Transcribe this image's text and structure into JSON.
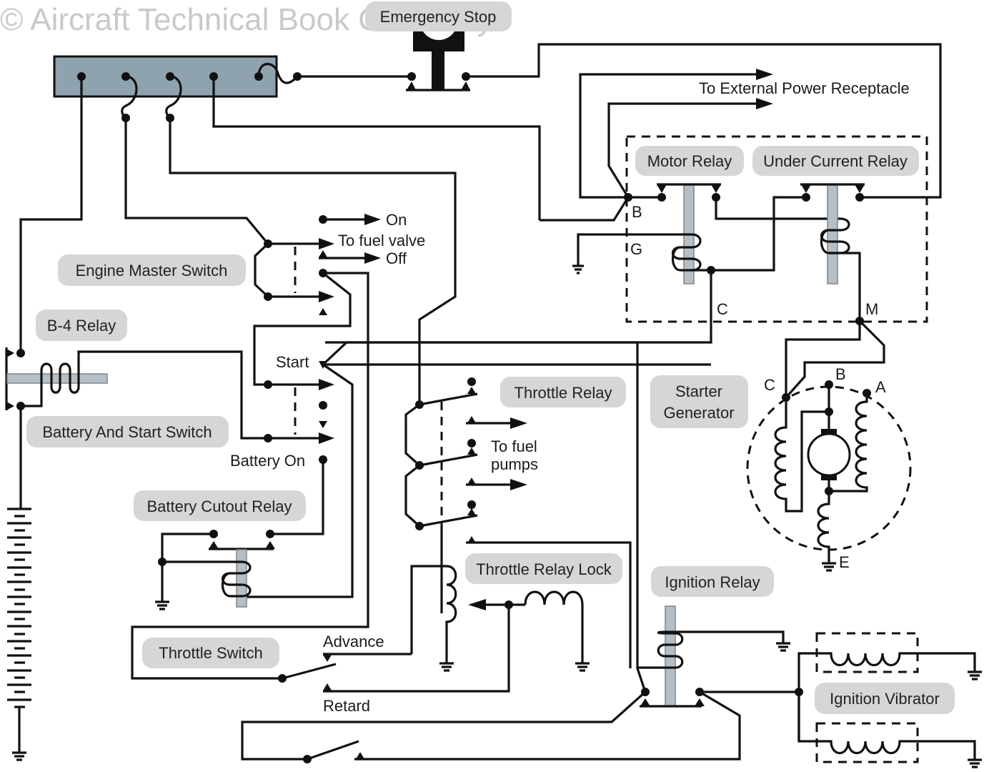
{
  "watermark": "© Aircraft Technical Book Company",
  "component_labels": {
    "emergency_stop": "Emergency Stop",
    "motor_relay": "Motor Relay",
    "under_current_relay": "Under Current Relay",
    "engine_master_switch": "Engine Master Switch",
    "b4_relay": "B-4 Relay",
    "battery_and_start_switch": "Battery And Start Switch",
    "battery_cutout_relay": "Battery Cutout Relay",
    "throttle_relay": "Throttle Relay",
    "throttle_relay_lock": "Throttle Relay Lock",
    "starter_generator": [
      "Starter",
      "Generator"
    ],
    "ignition_relay": "Ignition Relay",
    "ignition_vibrator": "Ignition Vibrator",
    "throttle_switch": "Throttle Switch"
  },
  "annotations": {
    "external_power": "To External Power Receptacle",
    "fuel_valve_on": "On",
    "fuel_valve": "To fuel valve",
    "fuel_valve_off": "Off",
    "start": "Start",
    "battery_on": "Battery On",
    "fuel_pumps": [
      "To fuel",
      "pumps"
    ],
    "advance": "Advance",
    "retard": "Retard"
  },
  "terminals": {
    "relay_b": "B",
    "relay_g": "G",
    "relay_c": "C",
    "relay_m": "M",
    "gen_c": "C",
    "gen_b": "B",
    "gen_a": "A",
    "gen_e": "E"
  },
  "battery": {
    "cells": 14
  }
}
